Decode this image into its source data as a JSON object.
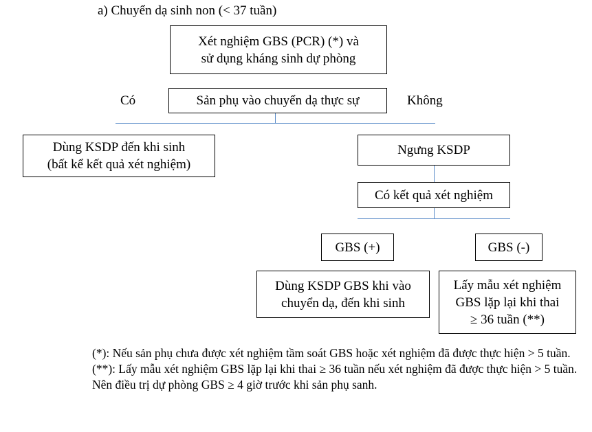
{
  "title": "a) Chuyển dạ sinh non (< 37 tuần)",
  "nodes": {
    "test_and_prophylaxis": {
      "line1": "Xét nghiệm GBS (PCR) (*) và",
      "line2": "sử dụng kháng sinh dự phòng"
    },
    "true_labor": {
      "line1": "Sản phụ vào chuyển dạ thực sự"
    },
    "continue_ksdp": {
      "line1": "Dùng KSDP đến khi sinh",
      "line2": "(bất kể kết quả xét nghiệm)"
    },
    "stop_ksdp": {
      "line1": "Ngưng KSDP"
    },
    "have_result": {
      "line1": "Có kết quả xét nghiệm"
    },
    "gbs_positive": {
      "line1": "GBS (+)"
    },
    "gbs_negative": {
      "line1": "GBS (-)"
    },
    "use_ksdp_on_labor": {
      "line1": "Dùng KSDP GBS khi vào",
      "line2": "chuyển dạ, đến khi sinh"
    },
    "repeat_test": {
      "line1": "Lấy mẫu xét nghiệm",
      "line2": "GBS lặp lại khi thai",
      "line3": "≥ 36 tuần (**)"
    }
  },
  "branch_labels": {
    "yes": "Có",
    "no": "Không"
  },
  "notes": {
    "note1": "(*): Nếu sản phụ chưa được xét nghiệm tầm soát GBS hoặc xét nghiệm đã được thực hiện > 5 tuần.",
    "note2": "(**): Lấy mẫu xét nghiệm GBS lặp lại khi thai ≥ 36 tuần nếu xét nghiệm đã được thực hiện > 5 tuần.",
    "note3": "Nên điều trị dự phòng GBS ≥ 4 giờ trước khi sản phụ sanh."
  },
  "colors": {
    "connector": "#5b8cc8",
    "box_border": "#000000",
    "text": "#000000",
    "background": "#ffffff"
  }
}
